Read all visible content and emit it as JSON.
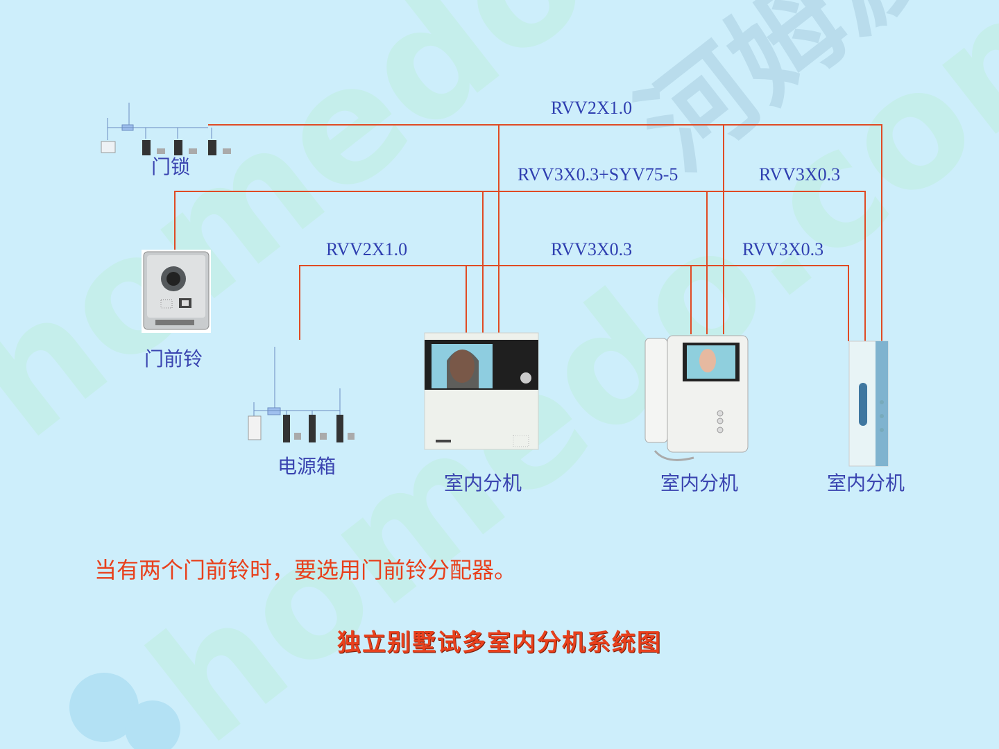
{
  "wire_labels": {
    "top": "RVV2X1.0",
    "middle_left": "RVV3X0.3+SYV75-5",
    "middle_right": "RVV3X0.3",
    "lower_left": "RVV2X1.0",
    "lower_mid": "RVV3X0.3",
    "lower_right": "RVV3X0.3"
  },
  "devices": {
    "door_lock": "门锁",
    "door_bell": "门前铃",
    "power_box": "电源箱",
    "indoor_unit_1": "室内分机",
    "indoor_unit_2": "室内分机",
    "indoor_unit_3": "室内分机"
  },
  "note": "当有两个门前铃时，要选用门前铃分配器。",
  "title": "独立别墅试多室内分机系统图",
  "watermark": "homedo.com 河姆渡",
  "colors": {
    "background": "#cdeefb",
    "wire": "#e04a24",
    "label": "#2f3fb0",
    "title": "#e8401c"
  }
}
